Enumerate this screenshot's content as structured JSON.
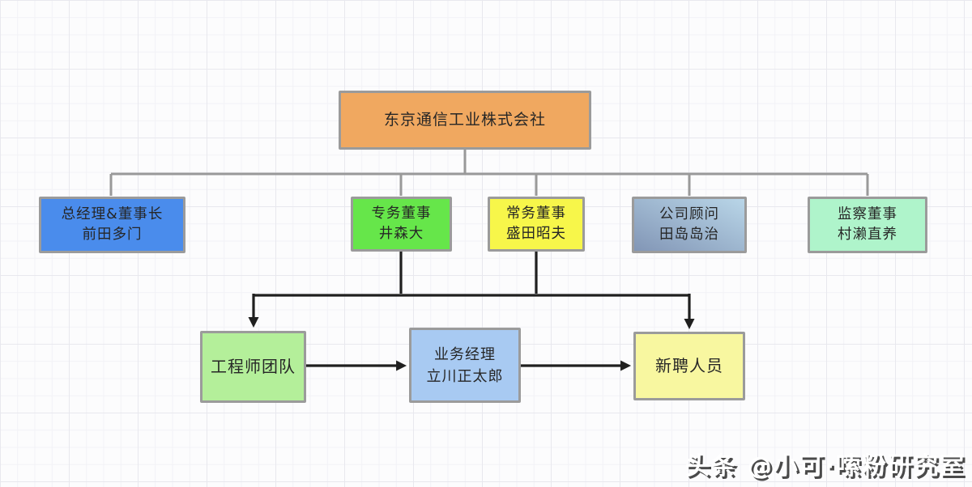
{
  "canvas": {
    "background_color": "#fcfcfd",
    "grid_minor_color": "#f2f2f6",
    "grid_major_color": "#e8e8ee"
  },
  "nodes": {
    "company": {
      "label": "东京通信工业株式会社",
      "fill": "#f0a860"
    },
    "president": {
      "title": "总经理&董事长",
      "name": "前田多门",
      "fill": "#4a8cec"
    },
    "senior_director": {
      "title": "专务董事",
      "name": "井森大",
      "fill": "#66e64a"
    },
    "managing_director": {
      "title": "常务董事",
      "name": "盛田昭夫",
      "fill": "#f7f64a"
    },
    "advisor": {
      "title": "公司顾问",
      "name": "田岛岛治",
      "fill_gradient_from": "#8296b6",
      "fill_gradient_to": "#b9d6e8"
    },
    "supervisor": {
      "title": "监察董事",
      "name": "村濑直养",
      "fill": "#aff4cb"
    },
    "engineer_team": {
      "label": "工程师团队",
      "fill": "#b4ef9a"
    },
    "business_manager": {
      "title": "业务经理",
      "name": "立川正太郎",
      "fill": "#a8caf2"
    },
    "new_hires": {
      "label": "新聘人员",
      "fill": "#f8f7a0"
    }
  },
  "edges": [
    {
      "from": "company",
      "to": "president",
      "style": "gray-tree"
    },
    {
      "from": "company",
      "to": "senior_director",
      "style": "gray-tree"
    },
    {
      "from": "company",
      "to": "managing_director",
      "style": "gray-tree"
    },
    {
      "from": "company",
      "to": "advisor",
      "style": "gray-tree"
    },
    {
      "from": "company",
      "to": "supervisor",
      "style": "gray-tree"
    },
    {
      "from": "senior_director",
      "to": "engineer_team",
      "style": "black-arrow-tree"
    },
    {
      "from": "senior_director",
      "to": "new_hires",
      "style": "black-arrow-tree"
    },
    {
      "from": "managing_director",
      "to": "engineer_team",
      "style": "black-arrow-tree"
    },
    {
      "from": "managing_director",
      "to": "new_hires",
      "style": "black-arrow-tree"
    },
    {
      "from": "engineer_team",
      "to": "business_manager",
      "style": "black-arrow"
    },
    {
      "from": "business_manager",
      "to": "new_hires",
      "style": "black-arrow"
    }
  ],
  "connector_colors": {
    "tree": "#999999",
    "arrow": "#1f1f1f",
    "node_border": "#9b9b9b"
  },
  "watermark": {
    "text": "头条 @小可·嗦粉研究室",
    "text_color": "#ffffff",
    "shadow_color": "#4a4a4a"
  }
}
